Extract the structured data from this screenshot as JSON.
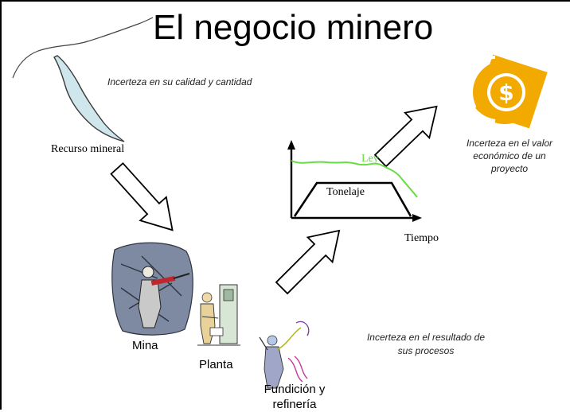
{
  "title": "El negocio minero",
  "notes": {
    "resource_uncertainty": "Incerteza en su calidad y cantidad",
    "value_uncertainty_line1": "Incerteza en el valor",
    "value_uncertainty_line2": "económico de un",
    "value_uncertainty_line3": "proyecto",
    "process_uncertainty_line1": "Incerteza en el resultado de",
    "process_uncertainty_line2": "sus procesos"
  },
  "labels": {
    "resource": "Recurso mineral",
    "mine": "Mina",
    "plant": "Planta",
    "smelting_line1": "Fundición y",
    "smelting_line2": "refinería"
  },
  "graph": {
    "grade_label": "Ley",
    "tonnage_label": "Tonelaje",
    "time_label": "Tiempo"
  },
  "icons": {
    "value": "dollar-coin-icon",
    "mine": "miner-drilling-icon",
    "plant": "plant-worker-icon",
    "smelting": "smelting-worker-icon"
  },
  "colors": {
    "coin": "#f2a900",
    "vein_fill": "#cfe6ec",
    "grade_curve": "#66dd44"
  }
}
